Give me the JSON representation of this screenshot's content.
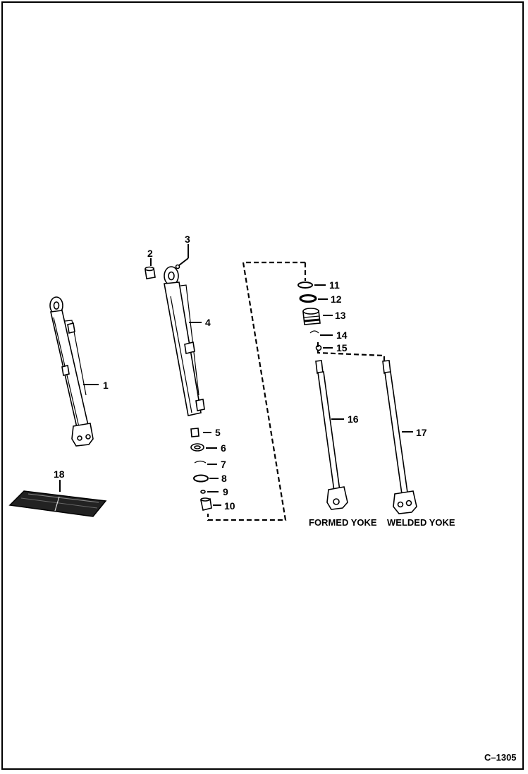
{
  "diagram": {
    "callouts": [
      "1",
      "2",
      "3",
      "4",
      "5",
      "6",
      "7",
      "8",
      "9",
      "10",
      "11",
      "12",
      "13",
      "14",
      "15",
      "16",
      "17",
      "18"
    ],
    "captions": {
      "formed_yoke": "FORMED YOKE",
      "welded_yoke": "WELDED YOKE"
    },
    "figure_number": "C–1305"
  }
}
